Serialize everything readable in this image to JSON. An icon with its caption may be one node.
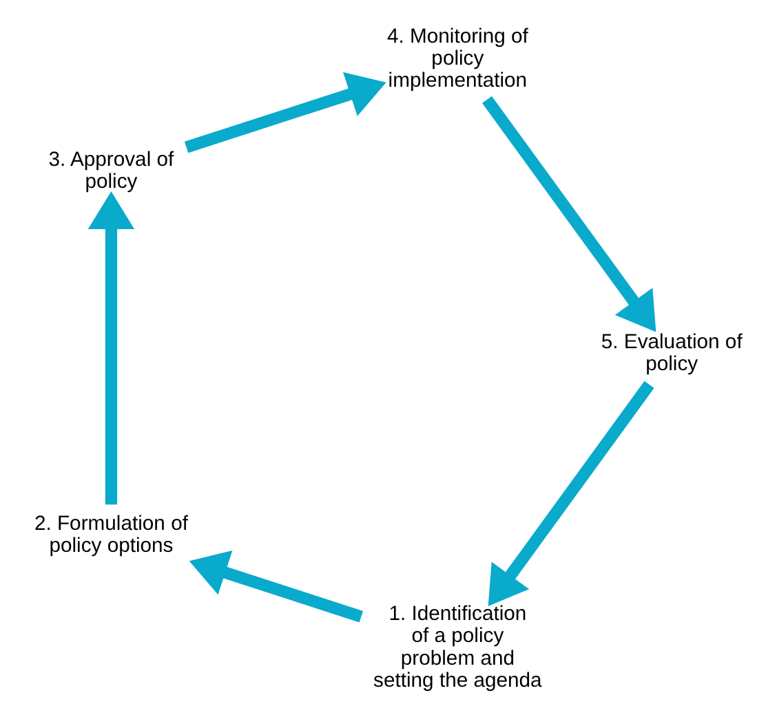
{
  "diagram": {
    "nodes": [
      {
        "text": [
          "1. Identification of a policy problem and setting the agenda"
        ]
      },
      {
        "text": [
          "2. Formulation of policy options"
        ]
      },
      {
        "text": [
          "3. Approval of policy"
        ]
      },
      {
        "text": [
          "4. Monitoring of policy implementation"
        ]
      },
      {
        "text": [
          "5. Evaluation of policy"
        ]
      }
    ],
    "edges": [
      {
        "from": 0,
        "to": 1,
        "arrow": "to",
        "color": "#0aaacc"
      },
      {
        "from": 1,
        "to": 2,
        "arrow": "to",
        "color": "#0aaacc"
      },
      {
        "from": 2,
        "to": 3,
        "arrow": "to",
        "color": "#0aaacc"
      },
      {
        "from": 3,
        "to": 4,
        "arrow": "to",
        "color": "#0aaacc"
      },
      {
        "from": 4,
        "to": 0,
        "arrow": "to",
        "color": "#0aaacc"
      }
    ]
  }
}
